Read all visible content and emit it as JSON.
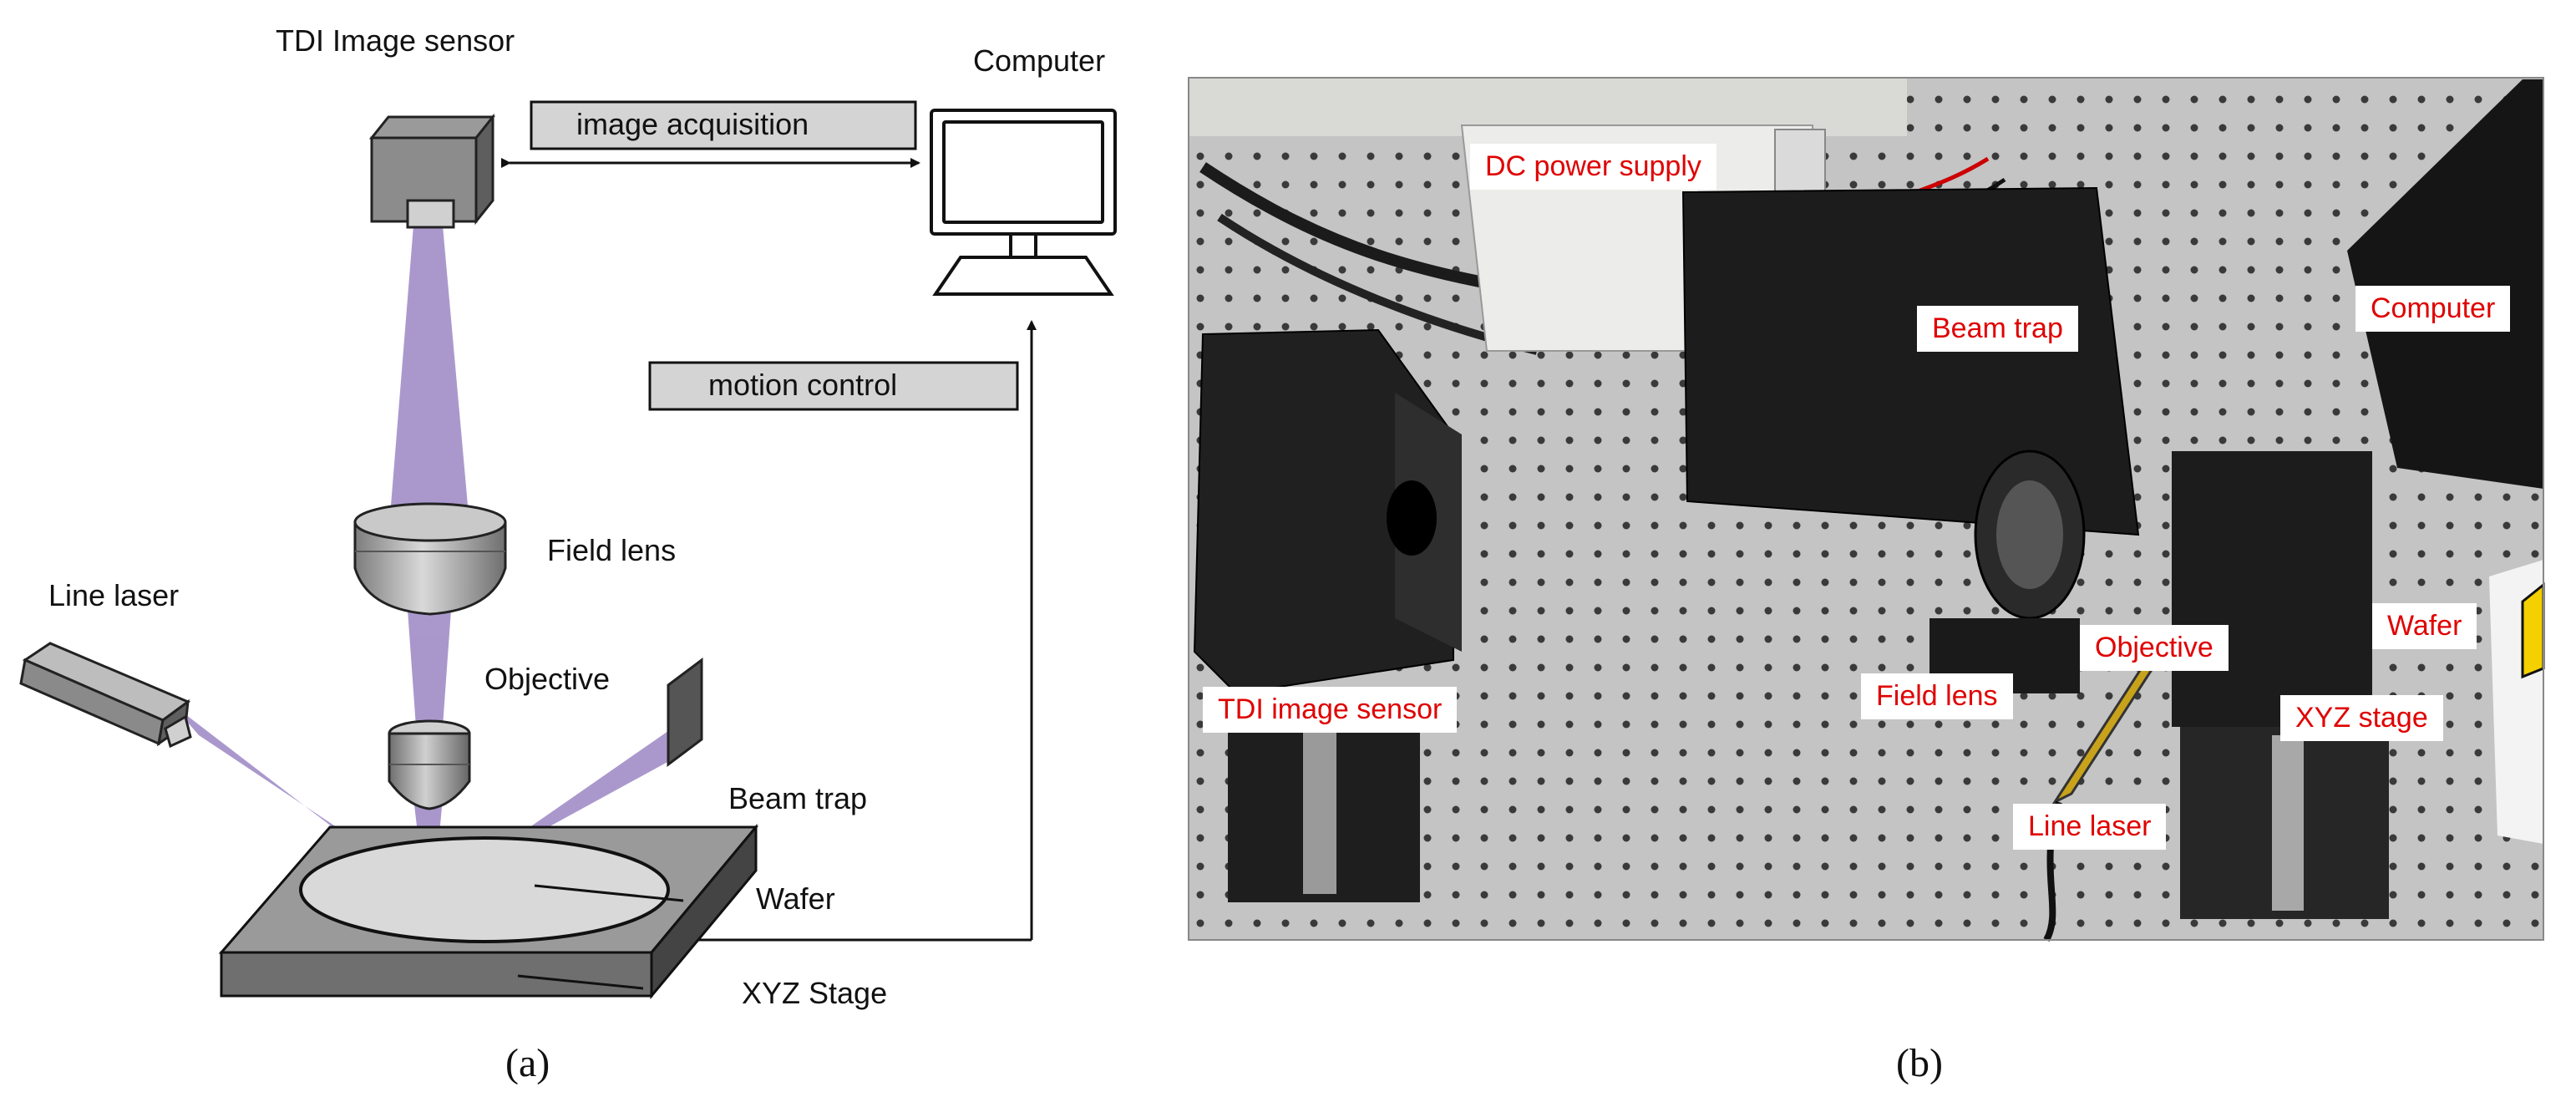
{
  "panel_a": {
    "caption": "(a)",
    "labels": {
      "tdi_sensor": "TDI Image sensor",
      "computer": "Computer",
      "image_acquisition": "image acquisition",
      "motion_control": "motion control",
      "field_lens": "Field lens",
      "line_laser": "Line laser",
      "objective": "Objective",
      "beam_trap": "Beam trap",
      "wafer": "Wafer",
      "xyz_stage": "XYZ Stage"
    },
    "colors": {
      "beam": "#9b86c4",
      "box_fill": "#d4d4d4",
      "device": "#8f8f8f"
    }
  },
  "panel_b": {
    "caption": "(b)",
    "labels": {
      "dc_power_supply": "DC power supply",
      "beam_trap": "Beam trap",
      "computer": "Computer",
      "tdi_image_sensor": "TDI image sensor",
      "objective": "Objective",
      "wafer": "Wafer",
      "field_lens": "Field lens",
      "xyz_stage": "XYZ stage",
      "line_laser": "Line laser"
    },
    "colors": {
      "label_text": "#e00000",
      "table": "#bdbdbd"
    }
  }
}
